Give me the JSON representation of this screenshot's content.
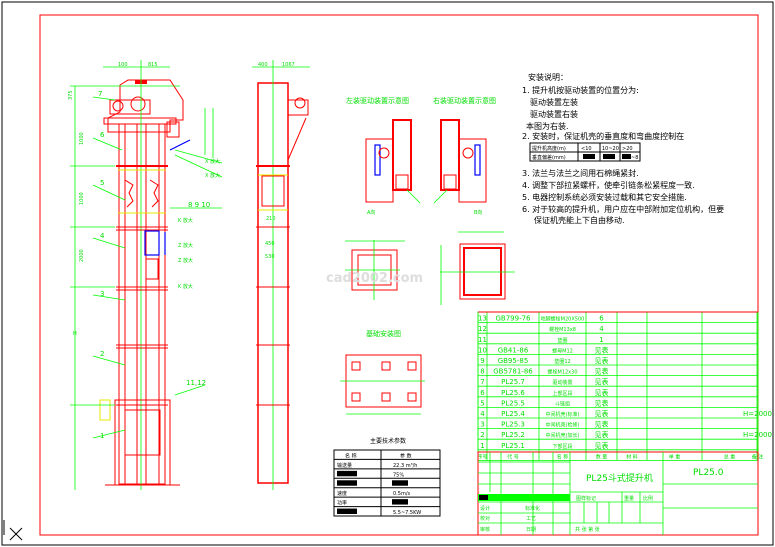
{
  "notes": {
    "title": "安装说明：",
    "n1": "1. 提升机按驱动装置的位置分为:",
    "n1a": "驱动装置左装",
    "n1b": "驱动装置右装",
    "n1c": "本图为右装.",
    "n2": "2. 安装时，保证机壳的垂直度和弯曲度控制在",
    "tol_table": [
      [
        "提升机高度(m)",
        "<10",
        "10~20",
        ">20"
      ],
      [
        "垂直偏差(mm)",
        "",
        "",
        "~8"
      ]
    ],
    "n3": "3. 法兰与法兰之间用石棉绳紧封.",
    "n4": "4. 调整下部拉紧螺杆，使牵引链条松紧程度一致.",
    "n5": "5. 电器控制系统必须安装过载和其它安全措施.",
    "n6a": "6. 对于较高的提升机，用户应在中部附加定位机构，但要",
    "n6b": "保证机壳能上下自由移动."
  },
  "views": {
    "left_drive": "左装驱动装置示意图",
    "right_drive": "右装驱动装置示意图",
    "view_a": "A向",
    "view_b": "B向",
    "foundation": "基础安装图"
  },
  "main_view": {
    "labels": [
      "1",
      "2",
      "3",
      "4",
      "5",
      "6",
      "7"
    ],
    "label_8_10": "8  9  10",
    "label_11_12": "11,12",
    "detail_x1": "X 放大",
    "detail_x2": "X 放大",
    "detail_k1": "K 放大",
    "detail_k2": "K 放大",
    "detail_z1": "Z 放大",
    "detail_z2": "Z 放大",
    "dims": [
      "100",
      "815",
      "375",
      "1000",
      "1000",
      "2000",
      "H",
      "400",
      "1067",
      "210",
      "450",
      "530"
    ]
  },
  "params": {
    "title": "主要技术参数",
    "header": [
      "名  称",
      "参  数"
    ],
    "rows": [
      [
        "输送量",
        "22.3 m³/h"
      ],
      [
        "",
        "75%"
      ],
      [
        "",
        ""
      ],
      [
        "速度",
        "0.5m/s"
      ],
      [
        "功率",
        ""
      ],
      [
        "",
        "5.5~7.5KW"
      ]
    ]
  },
  "parts": {
    "rows": [
      [
        "13",
        "GB799-76",
        "地脚螺栓M20X500",
        "6",
        "",
        "",
        "",
        ""
      ],
      [
        "12",
        "",
        "螺栓M13x8",
        "4",
        "",
        "",
        "",
        ""
      ],
      [
        "11",
        "",
        "垫圈",
        "1",
        "",
        "",
        "",
        ""
      ],
      [
        "10",
        "GB41-86",
        "螺母M12",
        "见表",
        "",
        "",
        "",
        ""
      ],
      [
        "9",
        "GB95-85",
        "垫圈12",
        "见表",
        "",
        "",
        "",
        ""
      ],
      [
        "8",
        "GB5781-86",
        "螺栓M12x30",
        "见表",
        "",
        "",
        "",
        ""
      ],
      [
        "7",
        "PL25.7",
        "驱动装置",
        "见表",
        "",
        "",
        "",
        ""
      ],
      [
        "6",
        "PL25.6",
        "上部区段",
        "见表",
        "",
        "",
        "",
        ""
      ],
      [
        "5",
        "PL25.5",
        "斗链组",
        "见表",
        "",
        "",
        "",
        ""
      ],
      [
        "4",
        "PL25.4",
        "中间机壳(标准)",
        "见表",
        "",
        "",
        "",
        "H=2000"
      ],
      [
        "3",
        "PL25.3",
        "中间机壳(检修)",
        "见表",
        "",
        "",
        "",
        ""
      ],
      [
        "2",
        "PL25.2",
        "中间机壳(加长)",
        "见表",
        "",
        "",
        "",
        "H=2000"
      ],
      [
        "1",
        "PL25.1",
        "下部区段",
        "见表",
        "",
        "",
        "",
        ""
      ]
    ],
    "header": [
      "序号",
      "代  号",
      "名  称",
      "数  量",
      "材  料",
      "单  重",
      "总  重",
      "备  注"
    ]
  },
  "title_block": {
    "name": "PL25斗式提升机",
    "drawing_no": "PL25.0",
    "mark": "图样标记",
    "weight": "重量",
    "scale": "比例",
    "design": "设计",
    "standard": "标准化",
    "check": "校对",
    "process": "工艺",
    "review": "审核",
    "date": "日期",
    "sheets": "共    张  第    张"
  },
  "watermark": "cad2002.com",
  "colors": {
    "frame": "#ff0000",
    "dims": "#00ff00",
    "text": "#000000"
  }
}
